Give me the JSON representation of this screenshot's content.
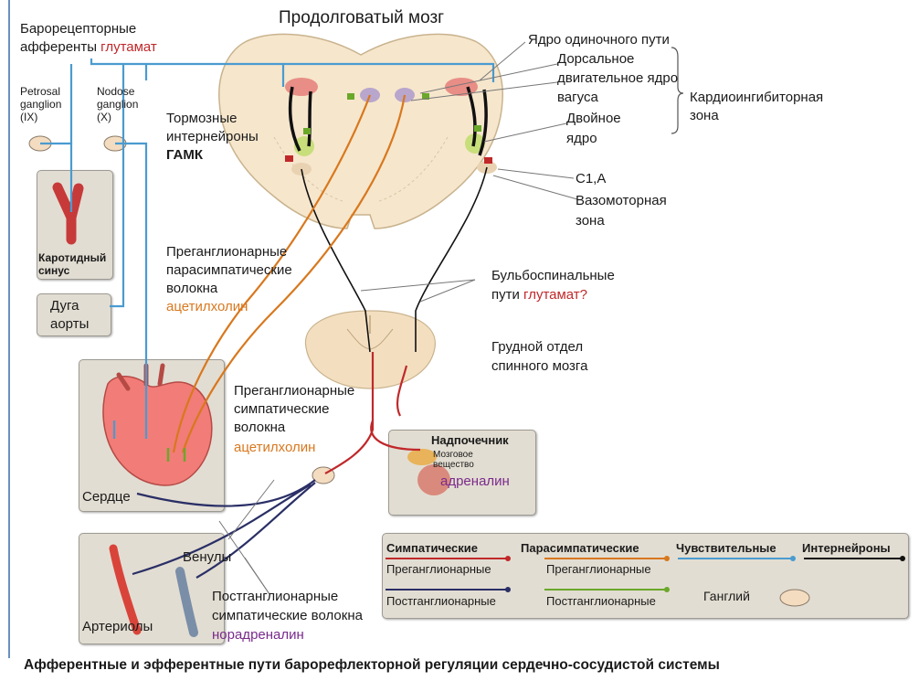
{
  "title": "Продолговатый мозг",
  "labels": {
    "baro_afferents": "Барорецепторные",
    "afferents": "афференты",
    "glutamate": "глутамат",
    "petrosal1": "Petrosal",
    "petrosal2": "ganglion",
    "petrosal3": "(IX)",
    "nodose1": "Nodose",
    "nodose2": "ganglion",
    "nodose3": "(X)",
    "inhib1": "Тормозные",
    "inhib2": "интернейроны",
    "gaba": "ГАМК",
    "carotid1": "Каротидный",
    "carotid2": "синус",
    "arch1": "Дуга",
    "arch2": "аорты",
    "nts": "Ядро одиночного пути",
    "dmv1": "Дорсальное",
    "dmv2": "двигательное ядро",
    "dmv3": "вагуса",
    "cardioinhib1": "Кардиоингибиторная",
    "cardioinhib2": "зона",
    "ambiguus1": "Двойное",
    "ambiguus2": "ядро",
    "c1a": "C1,A",
    "vasomotor1": "Вазомоторная",
    "vasomotor2": "зона",
    "preg_para1": "Преганглионарные",
    "preg_para2": "парасимпатические",
    "preg_para3": "волокна",
    "ach1": "ацетилхолин",
    "bulbo1": "Бульбоспинальные",
    "bulbo2": "пути",
    "glutamate_q": "глутамат?",
    "thoracic1": "Грудной отдел",
    "thoracic2": "спинного мозга",
    "preg_symp1": "Преганглионарные",
    "preg_symp2": "симпатические",
    "preg_symp3": "волокна",
    "ach2": "ацетилхолин",
    "adrenal": "Надпочечник",
    "medulla1": "Мозговое",
    "medulla2": "вещество",
    "adrenaline": "адреналин",
    "heart": "Сердце",
    "venules": "Венулы",
    "arterioles": "Артериолы",
    "postg1": "Постганглионарные",
    "postg2": "симпатические волокна",
    "noradrenaline": "норадреналин"
  },
  "legend": {
    "sympathetic": "Симпатические",
    "parasympathetic": "Парасимпатические",
    "sensory": "Чувствительные",
    "interneurons": "Интернейроны",
    "preg_a": "Преганглионарные",
    "preg_b": "Преганглионарные",
    "post_a": "Постганглионарные",
    "post_b": "Постганглионарные",
    "ganglion": "Ганглий"
  },
  "caption": "Афферентные и эфферентные пути барорефлекторной регуляции сердечно-сосудистой системы",
  "colors": {
    "sympathetic": "#c0282a",
    "parasympathetic": "#d8781e",
    "sensory": "#4a9bd0",
    "interneuron": "#111111",
    "postganglionic_symp": "#2a2f66",
    "postganglionic_para": "#6aa82a"
  }
}
